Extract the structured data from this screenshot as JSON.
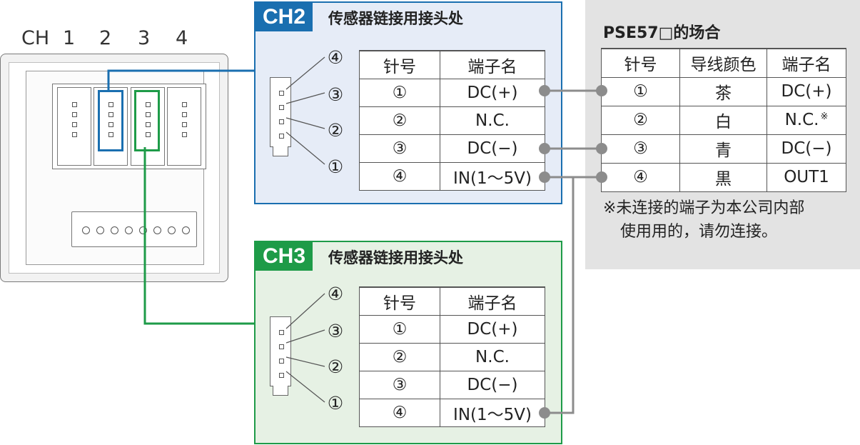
{
  "device": {
    "ch_label": "CH",
    "channel_numbers": [
      "1",
      "2",
      "3",
      "4"
    ]
  },
  "ch2": {
    "badge": "CH2",
    "title": "传感器链接用接头处",
    "connector_pins": [
      "④",
      "③",
      "②",
      "①"
    ],
    "headers": [
      "针号",
      "端子名"
    ],
    "rows": [
      {
        "pin": "①",
        "terminal": "DC(+)"
      },
      {
        "pin": "②",
        "terminal": "N.C."
      },
      {
        "pin": "③",
        "terminal": "DC(−)"
      },
      {
        "pin": "④",
        "terminal": "IN(1～5V)"
      }
    ]
  },
  "ch3": {
    "badge": "CH3",
    "title": "传感器链接用接头处",
    "connector_pins": [
      "④",
      "③",
      "②",
      "①"
    ],
    "headers": [
      "针号",
      "端子名"
    ],
    "rows": [
      {
        "pin": "①",
        "terminal": "DC(+)"
      },
      {
        "pin": "②",
        "terminal": "N.C."
      },
      {
        "pin": "③",
        "terminal": "DC(−)"
      },
      {
        "pin": "④",
        "terminal": "IN(1～5V)"
      }
    ]
  },
  "pse57": {
    "title": "PSE57□的场合",
    "headers": [
      "针号",
      "导线颜色",
      "端子名"
    ],
    "rows": [
      {
        "pin": "①",
        "color": "茶",
        "terminal": "DC(+)",
        "mark": ""
      },
      {
        "pin": "②",
        "color": "白",
        "terminal": "N.C.",
        "mark": "※"
      },
      {
        "pin": "③",
        "color": "青",
        "terminal": "DC(−)",
        "mark": ""
      },
      {
        "pin": "④",
        "color": "黒",
        "terminal": "OUT1",
        "mark": ""
      }
    ],
    "note_line1": "※未连接的端子为本公司内部",
    "note_line2": "使用用的，请勿连接。"
  },
  "colors": {
    "ch2_accent": "#1a6fb0",
    "ch3_accent": "#1e9b48",
    "ch2_bg": "#e6ecf7",
    "ch3_bg": "#e6f1e4",
    "pse_bg": "#e3e3e3",
    "wire": "#8c8c8c"
  }
}
